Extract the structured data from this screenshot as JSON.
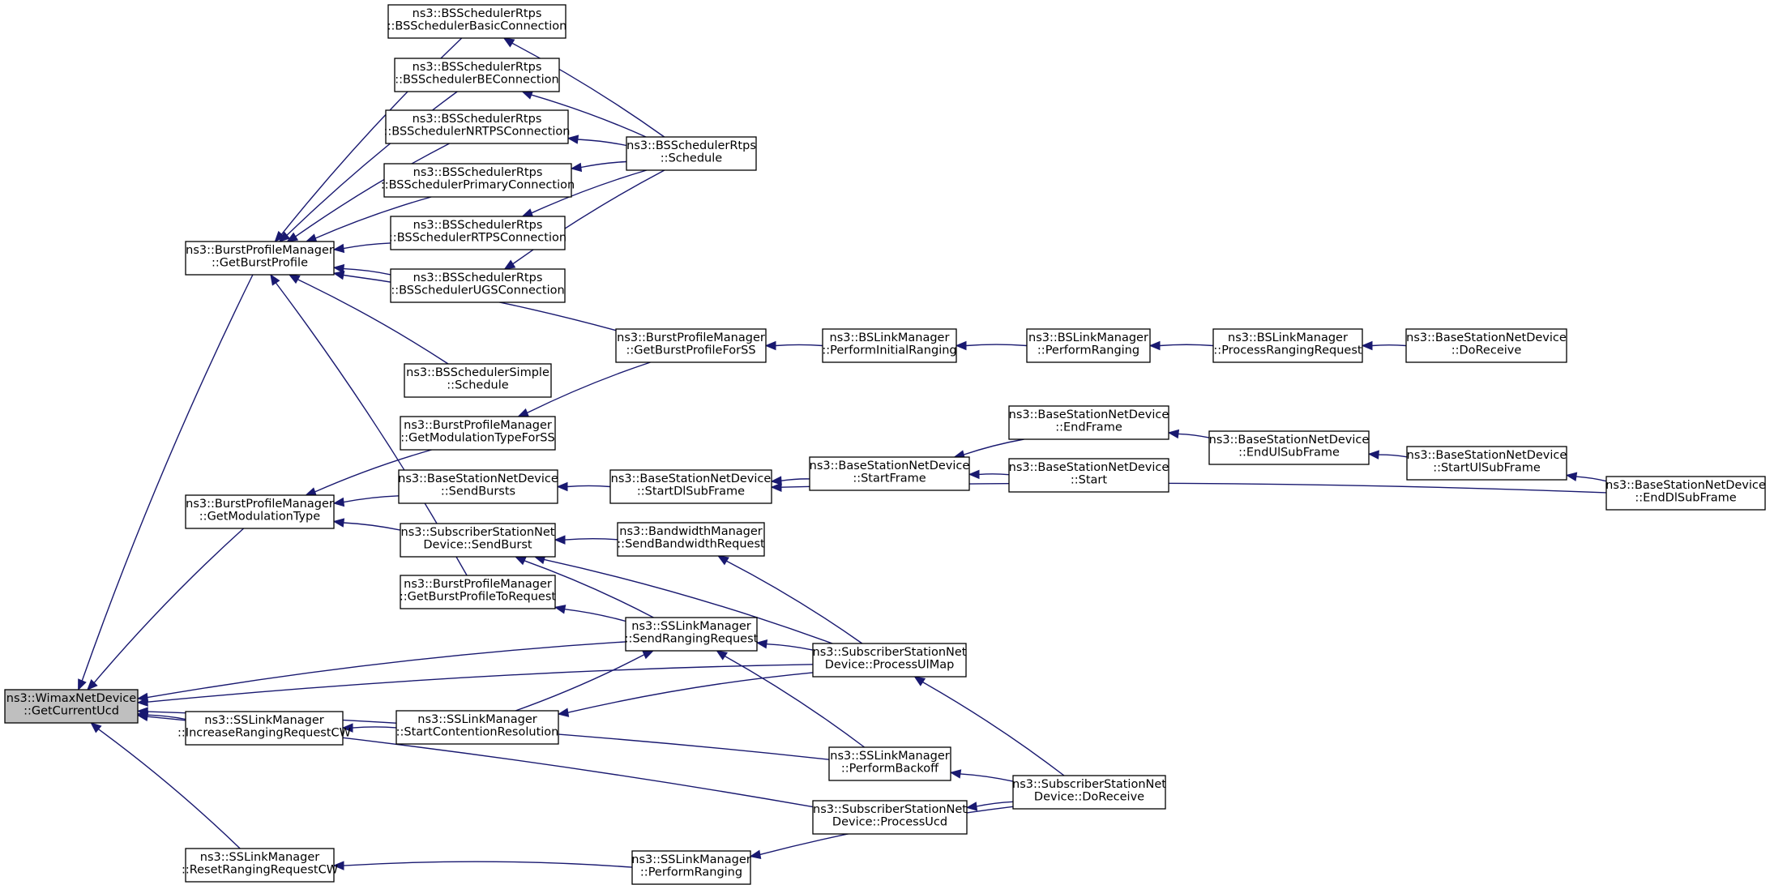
{
  "colors": {
    "edge": "#191970",
    "node_border": "#000000",
    "root_fill": "#bfbfbf",
    "node_fill": "#ffffff",
    "background": "#ffffff"
  },
  "nodes": [
    {
      "id": "getCurrentUcd",
      "lines": [
        "ns3::WimaxNetDevice",
        "::GetCurrentUcd"
      ],
      "root": true
    },
    {
      "id": "getBurstProfile",
      "lines": [
        "ns3::BurstProfileManager",
        "::GetBurstProfile"
      ]
    },
    {
      "id": "getModulationType",
      "lines": [
        "ns3::BurstProfileManager",
        "::GetModulationType"
      ]
    },
    {
      "id": "increaseRangingRequestCW",
      "lines": [
        "ns3::SSLinkManager",
        "::IncreaseRangingRequestCW"
      ]
    },
    {
      "id": "resetRangingRequestCW",
      "lines": [
        "ns3::SSLinkManager",
        "::ResetRangingRequestCW"
      ]
    },
    {
      "id": "bsBasicConnection",
      "lines": [
        "ns3::BSSchedulerRtps",
        "::BSSchedulerBasicConnection"
      ]
    },
    {
      "id": "bsBEConnection",
      "lines": [
        "ns3::BSSchedulerRtps",
        "::BSSchedulerBEConnection"
      ]
    },
    {
      "id": "bsNRTPSConnection",
      "lines": [
        "ns3::BSSchedulerRtps",
        "::BSSchedulerNRTPSConnection"
      ]
    },
    {
      "id": "bsPrimaryConnection",
      "lines": [
        "ns3::BSSchedulerRtps",
        "::BSSchedulerPrimaryConnection"
      ]
    },
    {
      "id": "bsRTPSConnection",
      "lines": [
        "ns3::BSSchedulerRtps",
        "::BSSchedulerRTPSConnection"
      ]
    },
    {
      "id": "bsUGSConnection",
      "lines": [
        "ns3::BSSchedulerRtps",
        "::BSSchedulerUGSConnection"
      ]
    },
    {
      "id": "bsSimpleSchedule",
      "lines": [
        "ns3::BSSchedulerSimple",
        "::Schedule"
      ]
    },
    {
      "id": "getModulationTypeForSS",
      "lines": [
        "ns3::BurstProfileManager",
        "::GetModulationTypeForSS"
      ]
    },
    {
      "id": "sendBursts",
      "lines": [
        "ns3::BaseStationNetDevice",
        "::SendBursts"
      ]
    },
    {
      "id": "ssSendBurst",
      "lines": [
        "ns3::SubscriberStationNet",
        "Device::SendBurst"
      ]
    },
    {
      "id": "getBurstProfileToRequest",
      "lines": [
        "ns3::BurstProfileManager",
        "::GetBurstProfileToRequest"
      ]
    },
    {
      "id": "startContentionResolution",
      "lines": [
        "ns3::SSLinkManager",
        "::StartContentionResolution"
      ]
    },
    {
      "id": "bsRtpsSchedule",
      "lines": [
        "ns3::BSSchedulerRtps",
        "::Schedule"
      ]
    },
    {
      "id": "getBurstProfileForSS",
      "lines": [
        "ns3::BurstProfileManager",
        "::GetBurstProfileForSS"
      ]
    },
    {
      "id": "startDlSubFrame",
      "lines": [
        "ns3::BaseStationNetDevice",
        "::StartDlSubFrame"
      ]
    },
    {
      "id": "sendBandwidthRequest",
      "lines": [
        "ns3::BandwidthManager",
        "::SendBandwidthRequest"
      ]
    },
    {
      "id": "sendRangingRequest",
      "lines": [
        "ns3::SSLinkManager",
        "::SendRangingRequest"
      ]
    },
    {
      "id": "ssPerformRanging",
      "lines": [
        "ns3::SSLinkManager",
        "::PerformRanging"
      ]
    },
    {
      "id": "performInitialRanging",
      "lines": [
        "ns3::BSLinkManager",
        "::PerformInitialRanging"
      ]
    },
    {
      "id": "startFrame",
      "lines": [
        "ns3::BaseStationNetDevice",
        "::StartFrame"
      ]
    },
    {
      "id": "processUlMap",
      "lines": [
        "ns3::SubscriberStationNet",
        "Device::ProcessUlMap"
      ]
    },
    {
      "id": "performBackoff",
      "lines": [
        "ns3::SSLinkManager",
        "::PerformBackoff"
      ]
    },
    {
      "id": "processUcd",
      "lines": [
        "ns3::SubscriberStationNet",
        "Device::ProcessUcd"
      ]
    },
    {
      "id": "bsPerformRanging",
      "lines": [
        "ns3::BSLinkManager",
        "::PerformRanging"
      ]
    },
    {
      "id": "endFrame",
      "lines": [
        "ns3::BaseStationNetDevice",
        "::EndFrame"
      ]
    },
    {
      "id": "bsStart",
      "lines": [
        "ns3::BaseStationNetDevice",
        "::Start"
      ]
    },
    {
      "id": "ssDoReceive",
      "lines": [
        "ns3::SubscriberStationNet",
        "Device::DoReceive"
      ]
    },
    {
      "id": "processRangingRequest",
      "lines": [
        "ns3::BSLinkManager",
        "::ProcessRangingRequest"
      ]
    },
    {
      "id": "endUlSubFrame",
      "lines": [
        "ns3::BaseStationNetDevice",
        "::EndUlSubFrame"
      ]
    },
    {
      "id": "bsDoReceive",
      "lines": [
        "ns3::BaseStationNetDevice",
        "::DoReceive"
      ]
    },
    {
      "id": "startUlSubFrame",
      "lines": [
        "ns3::BaseStationNetDevice",
        "::StartUlSubFrame"
      ]
    },
    {
      "id": "endDlSubFrame",
      "lines": [
        "ns3::BaseStationNetDevice",
        "::EndDlSubFrame"
      ]
    }
  ],
  "edges": [
    {
      "from": "getBurstProfile",
      "to": "getCurrentUcd"
    },
    {
      "from": "getModulationType",
      "to": "getCurrentUcd"
    },
    {
      "from": "increaseRangingRequestCW",
      "to": "getCurrentUcd"
    },
    {
      "from": "resetRangingRequestCW",
      "to": "getCurrentUcd"
    },
    {
      "from": "sendRangingRequest",
      "to": "getCurrentUcd"
    },
    {
      "from": "processUlMap",
      "to": "getCurrentUcd"
    },
    {
      "from": "performBackoff",
      "to": "getCurrentUcd"
    },
    {
      "from": "processUcd",
      "to": "getCurrentUcd"
    },
    {
      "from": "bsBasicConnection",
      "to": "getBurstProfile"
    },
    {
      "from": "bsBEConnection",
      "to": "getBurstProfile"
    },
    {
      "from": "bsNRTPSConnection",
      "to": "getBurstProfile"
    },
    {
      "from": "bsPrimaryConnection",
      "to": "getBurstProfile"
    },
    {
      "from": "bsRTPSConnection",
      "to": "getBurstProfile"
    },
    {
      "from": "bsUGSConnection",
      "to": "getBurstProfile"
    },
    {
      "from": "bsSimpleSchedule",
      "to": "getBurstProfile"
    },
    {
      "from": "getBurstProfileForSS",
      "to": "getBurstProfile"
    },
    {
      "from": "getBurstProfileToRequest",
      "to": "getBurstProfile"
    },
    {
      "from": "bsRtpsSchedule",
      "to": "bsBasicConnection"
    },
    {
      "from": "bsRtpsSchedule",
      "to": "bsBEConnection"
    },
    {
      "from": "bsRtpsSchedule",
      "to": "bsNRTPSConnection"
    },
    {
      "from": "bsRtpsSchedule",
      "to": "bsPrimaryConnection"
    },
    {
      "from": "bsRtpsSchedule",
      "to": "bsRTPSConnection"
    },
    {
      "from": "bsRtpsSchedule",
      "to": "bsUGSConnection"
    },
    {
      "from": "getModulationTypeForSS",
      "to": "getModulationType"
    },
    {
      "from": "sendBursts",
      "to": "getModulationType"
    },
    {
      "from": "ssSendBurst",
      "to": "getModulationType"
    },
    {
      "from": "getBurstProfileForSS",
      "to": "getModulationTypeForSS"
    },
    {
      "from": "startDlSubFrame",
      "to": "sendBursts"
    },
    {
      "from": "sendBandwidthRequest",
      "to": "ssSendBurst"
    },
    {
      "from": "sendRangingRequest",
      "to": "ssSendBurst"
    },
    {
      "from": "processUlMap",
      "to": "ssSendBurst"
    },
    {
      "from": "sendRangingRequest",
      "to": "getBurstProfileToRequest"
    },
    {
      "from": "startContentionResolution",
      "to": "increaseRangingRequestCW"
    },
    {
      "from": "ssPerformRanging",
      "to": "resetRangingRequestCW"
    },
    {
      "from": "performInitialRanging",
      "to": "getBurstProfileForSS"
    },
    {
      "from": "startFrame",
      "to": "startDlSubFrame"
    },
    {
      "from": "endDlSubFrame",
      "to": "startDlSubFrame"
    },
    {
      "from": "processUlMap",
      "to": "sendBandwidthRequest"
    },
    {
      "from": "processUlMap",
      "to": "sendRangingRequest"
    },
    {
      "from": "performBackoff",
      "to": "sendRangingRequest"
    },
    {
      "from": "startContentionResolution",
      "to": "sendRangingRequest"
    },
    {
      "from": "processUlMap",
      "to": "startContentionResolution"
    },
    {
      "from": "ssDoReceive",
      "to": "processUlMap"
    },
    {
      "from": "ssDoReceive",
      "to": "performBackoff"
    },
    {
      "from": "ssDoReceive",
      "to": "processUcd"
    },
    {
      "from": "ssDoReceive",
      "to": "ssPerformRanging"
    },
    {
      "from": "bsPerformRanging",
      "to": "performInitialRanging"
    },
    {
      "from": "processRangingRequest",
      "to": "bsPerformRanging"
    },
    {
      "from": "bsDoReceive",
      "to": "processRangingRequest"
    },
    {
      "from": "endFrame",
      "to": "startFrame"
    },
    {
      "from": "bsStart",
      "to": "startFrame"
    },
    {
      "from": "endUlSubFrame",
      "to": "endFrame"
    },
    {
      "from": "startUlSubFrame",
      "to": "endUlSubFrame"
    },
    {
      "from": "endDlSubFrame",
      "to": "startUlSubFrame"
    }
  ]
}
